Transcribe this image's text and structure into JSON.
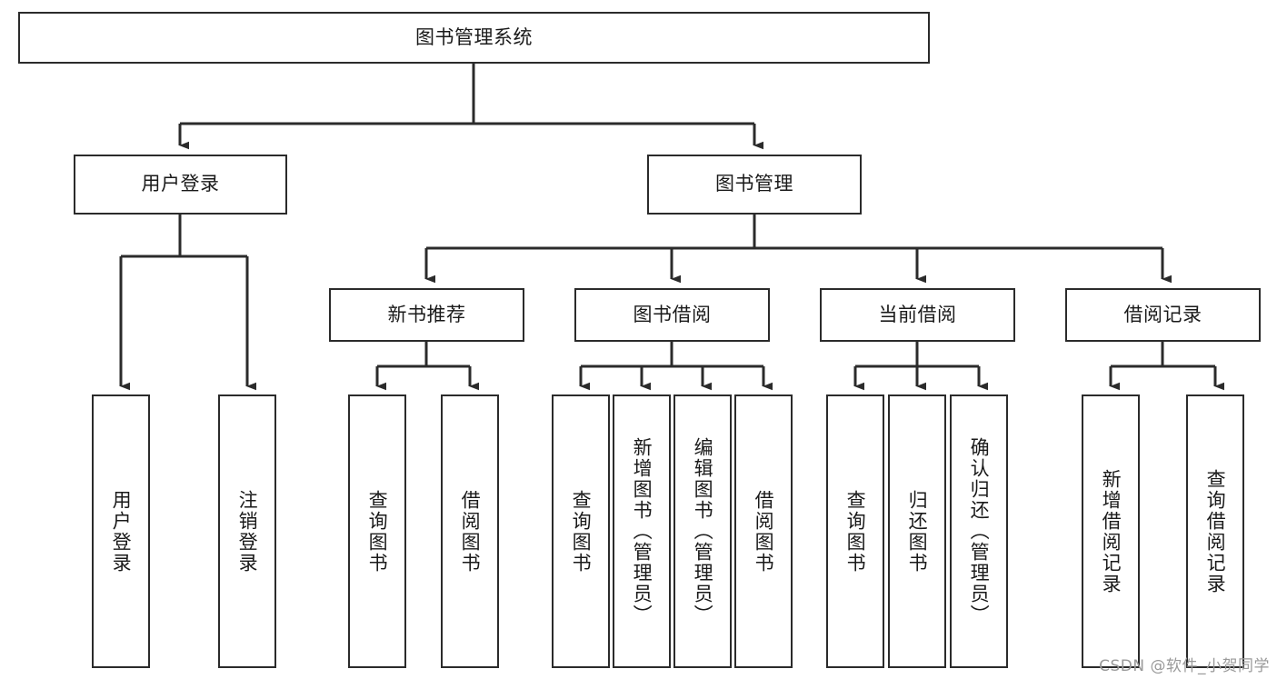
{
  "diagram": {
    "title": "图书管理系统",
    "type": "tree-hierarchy-flowchart",
    "colors": {
      "box_border": "#2b2b2b",
      "box_fill": "#ffffff",
      "connector": "#2b2b2b",
      "text": "#1a1a1a",
      "watermark": "#9a9a9a",
      "background": "#ffffff"
    },
    "root": {
      "label": "图书管理系统"
    },
    "level2": [
      {
        "label": "用户登录"
      },
      {
        "label": "图书管理"
      }
    ],
    "level3": [
      {
        "label": "新书推荐"
      },
      {
        "label": "图书借阅"
      },
      {
        "label": "当前借阅"
      },
      {
        "label": "借阅记录"
      }
    ],
    "leaves": {
      "user_login": [
        {
          "label": "用户登录"
        },
        {
          "label": "注销登录"
        }
      ],
      "new_book_recommend": [
        {
          "label": "查询图书"
        },
        {
          "label": "借阅图书"
        }
      ],
      "book_borrow": [
        {
          "label": "查询图书"
        },
        {
          "label": "新增图书（管理员）"
        },
        {
          "label": "编辑图书（管理员）"
        },
        {
          "label": "借阅图书"
        }
      ],
      "current_borrow": [
        {
          "label": "查询图书"
        },
        {
          "label": "归还图书"
        },
        {
          "label": "确认归还（管理员）"
        }
      ],
      "borrow_record": [
        {
          "label": "新增借阅记录"
        },
        {
          "label": "查询借阅记录"
        }
      ]
    }
  },
  "watermark": {
    "text": "CSDN @软件_小贺同学"
  }
}
